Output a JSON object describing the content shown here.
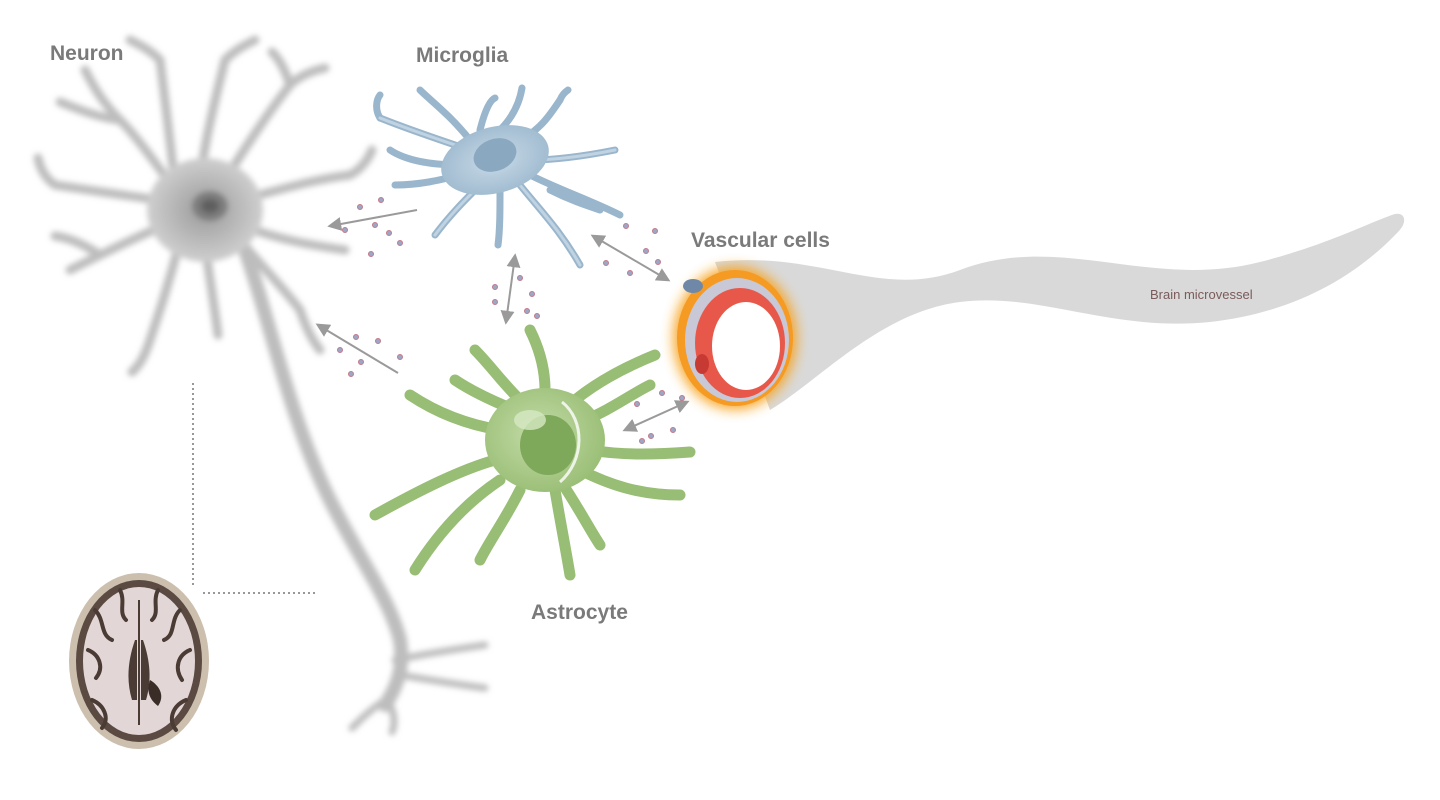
{
  "labels": {
    "neuron": "Neuron",
    "microglia": "Microglia",
    "vascular": "Vascular cells",
    "astrocyte": "Astrocyte",
    "vessel": "Brain microvessel"
  },
  "colors": {
    "neuron": "#bdbdbd",
    "microglia": "#a9c3d6",
    "astrocyte": "#a7c686",
    "vessel": "#d9d9d9",
    "vessel_wall": "#e8584a",
    "vessel_glow": "#f7a21b",
    "arrow": "#9a9a9a",
    "dot_fill": "#9aa7c7",
    "dot_stroke": "#c07a8a",
    "brain_scan": "#5a4a42"
  },
  "icons": {
    "brain_scan": "brain-axial-slice-icon"
  }
}
